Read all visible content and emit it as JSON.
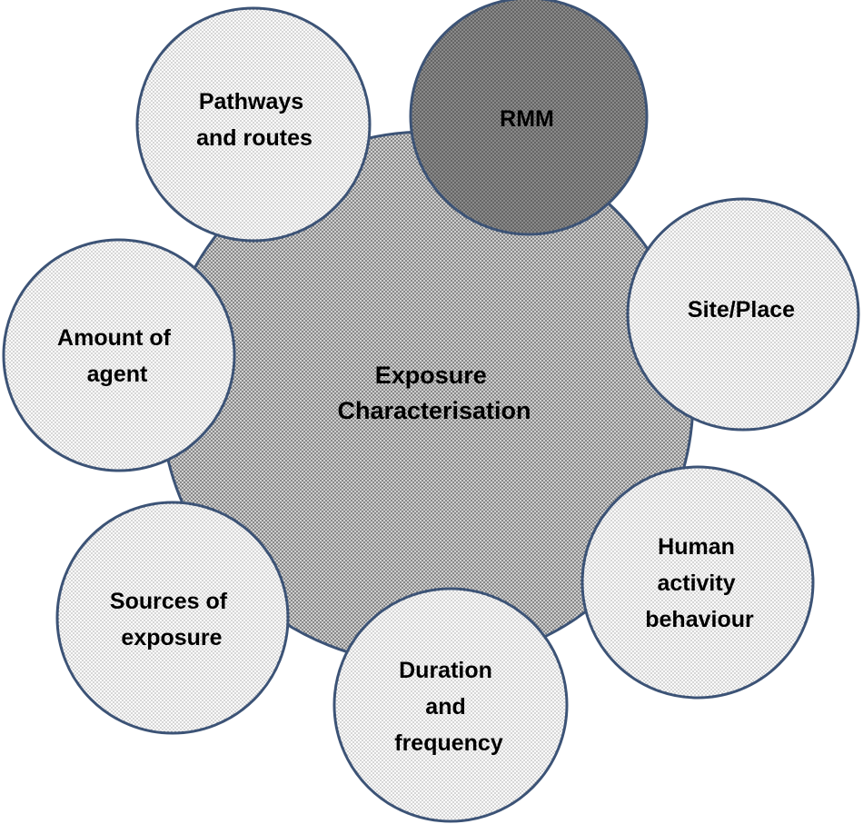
{
  "diagram": {
    "colors": {
      "outline": "#3c5376",
      "center_fill": "#b9b9b9",
      "satellite_fill": "#f2f2f2",
      "highlight_fill": "#777777"
    },
    "center": {
      "lines": [
        "Exposure",
        "Characterisation"
      ]
    },
    "satellites": [
      {
        "id": "pathways",
        "lines": [
          "Pathways",
          "and routes"
        ],
        "highlight": false
      },
      {
        "id": "rmm",
        "lines": [
          "RMM"
        ],
        "highlight": true
      },
      {
        "id": "site",
        "lines": [
          "Site/Place"
        ],
        "highlight": false
      },
      {
        "id": "human",
        "lines": [
          "Human",
          "activity",
          "behaviour"
        ],
        "highlight": false
      },
      {
        "id": "duration",
        "lines": [
          "Duration",
          "and",
          "frequency"
        ],
        "highlight": false
      },
      {
        "id": "sources",
        "lines": [
          "Sources of",
          "exposure"
        ],
        "highlight": false
      },
      {
        "id": "amount",
        "lines": [
          "Amount of",
          "agent"
        ],
        "highlight": false
      }
    ]
  }
}
